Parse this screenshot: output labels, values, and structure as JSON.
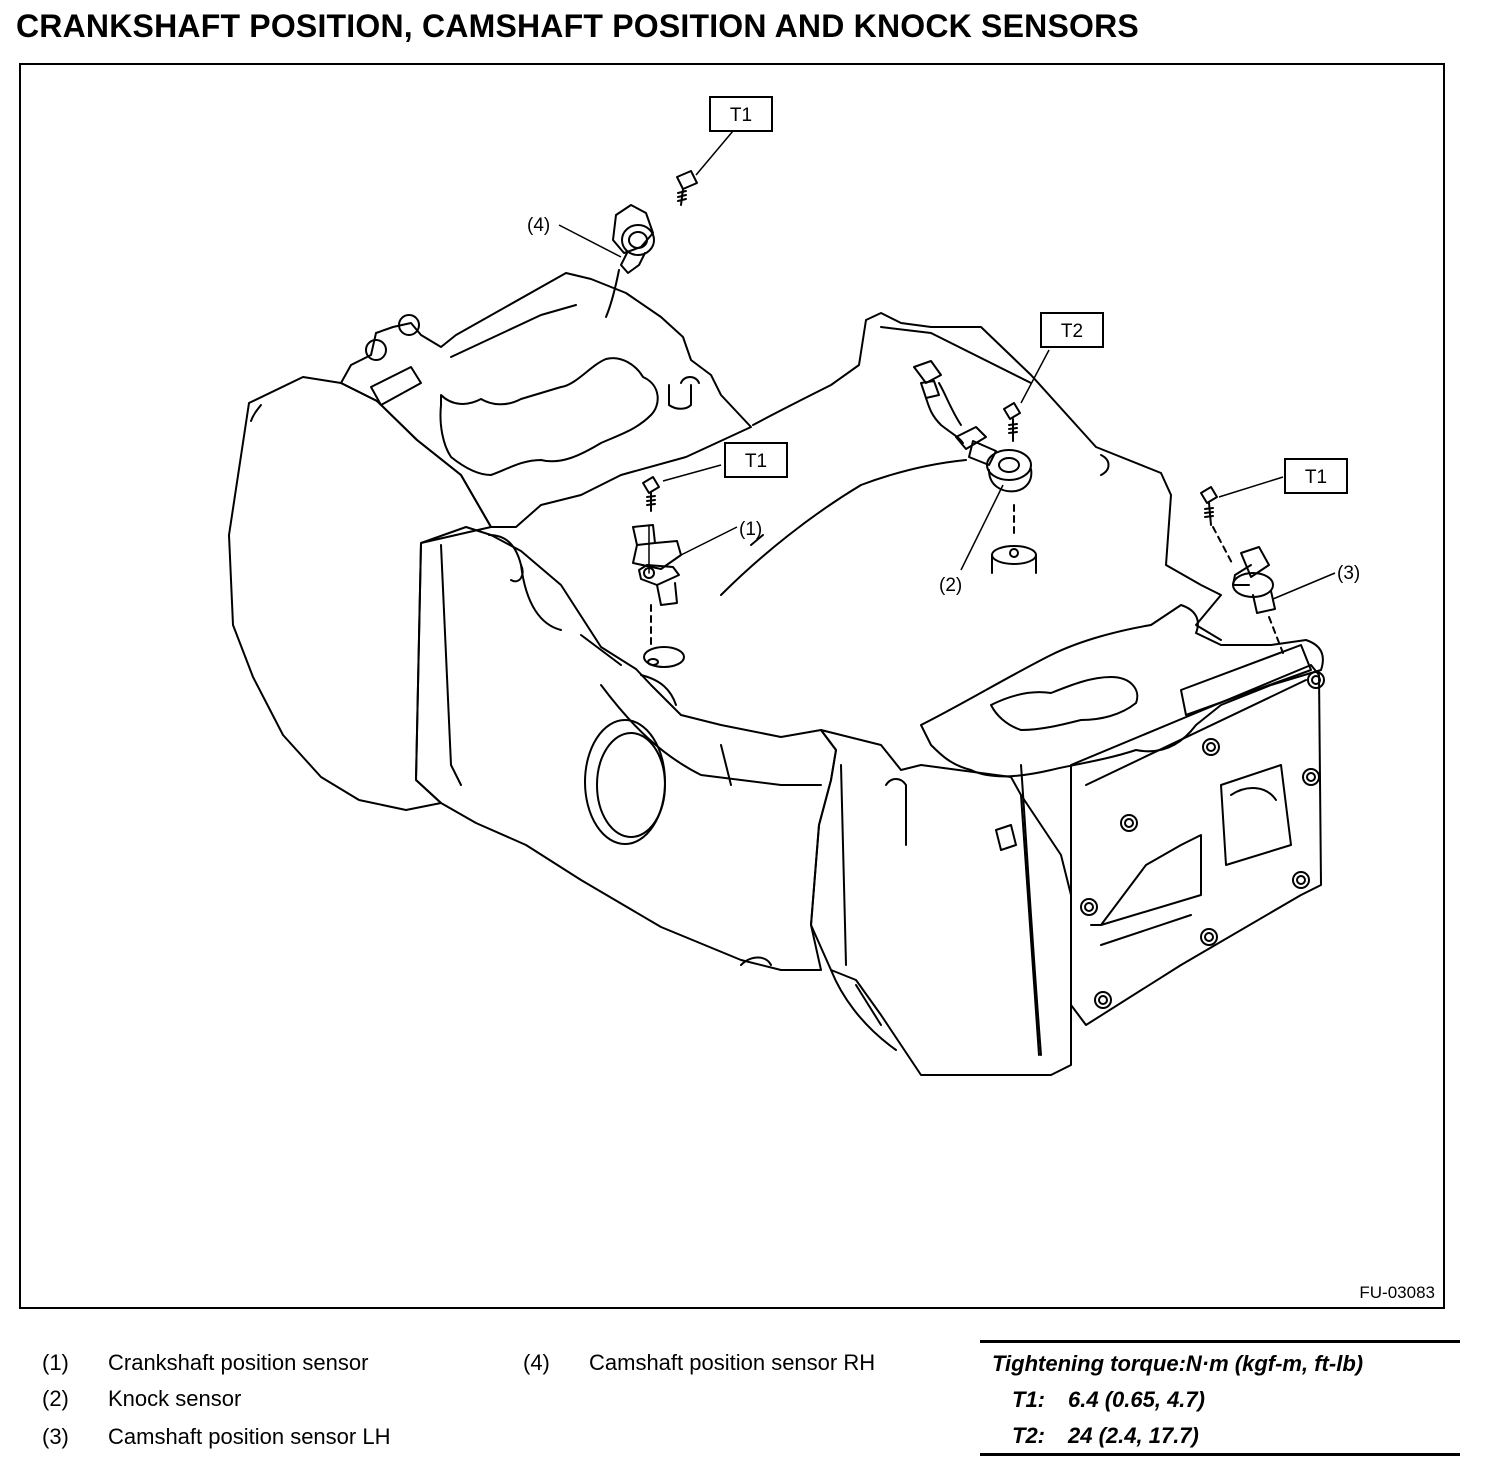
{
  "title": "CRANKSHAFT POSITION, CAMSHAFT POSITION AND KNOCK SENSORS",
  "figure_id": "FU-03083",
  "callouts": {
    "c1": "(1)",
    "c2": "(2)",
    "c3": "(3)",
    "c4": "(4)"
  },
  "torque_tags": {
    "t1_top": "T1",
    "t1_mid": "T1",
    "t1_right": "T1",
    "t2": "T2"
  },
  "legend": [
    {
      "num": "(1)",
      "text": "Crankshaft position sensor"
    },
    {
      "num": "(2)",
      "text": "Knock sensor"
    },
    {
      "num": "(3)",
      "text": "Camshaft position sensor LH"
    },
    {
      "num": "(4)",
      "text": "Camshaft position sensor RH"
    }
  ],
  "torque": {
    "heading": "Tightening torque:N·m (kgf-m, ft-lb)",
    "rows": [
      {
        "label": "T1:",
        "value": "6.4 (0.65, 4.7)"
      },
      {
        "label": "T2:",
        "value": "24 (2.4, 17.7)"
      }
    ]
  }
}
